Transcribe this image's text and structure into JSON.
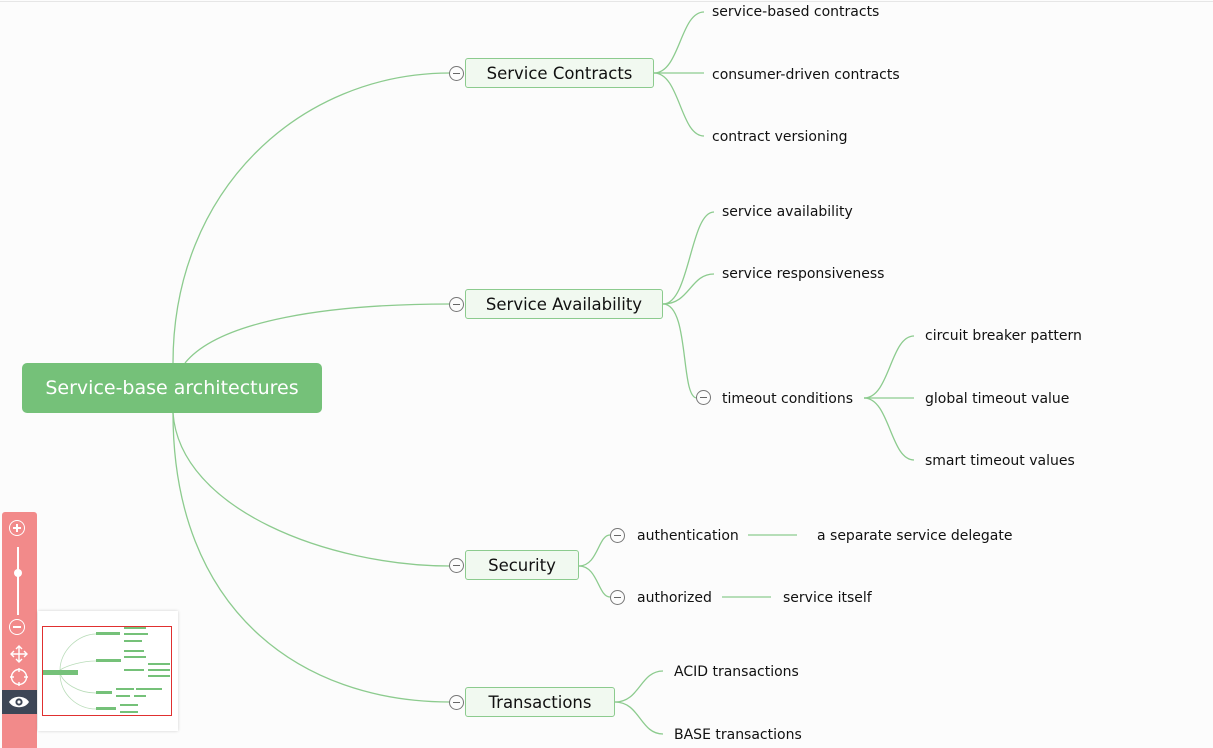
{
  "root": {
    "label": "Service-base architectures"
  },
  "branches": [
    {
      "label": "Service Contracts",
      "children": [
        {
          "label": "service-based contracts"
        },
        {
          "label": "consumer-driven contracts"
        },
        {
          "label": "contract versioning"
        }
      ]
    },
    {
      "label": "Service Availability",
      "children": [
        {
          "label": "service availability"
        },
        {
          "label": "service responsiveness"
        },
        {
          "label": "timeout conditions",
          "children": [
            {
              "label": "circuit breaker pattern"
            },
            {
              "label": "global timeout value"
            },
            {
              "label": "smart timeout values"
            }
          ]
        }
      ]
    },
    {
      "label": "Security",
      "children": [
        {
          "label": "authentication",
          "children": [
            {
              "label": "a separate service delegate"
            }
          ]
        },
        {
          "label": "authorized",
          "children": [
            {
              "label": "service itself"
            }
          ]
        }
      ]
    },
    {
      "label": "Transactions",
      "children": [
        {
          "label": "ACID transactions"
        },
        {
          "label": "BASE transactions"
        }
      ]
    }
  ],
  "toolbar": {
    "zoom_in_icon": "plus-circle-icon",
    "zoom_out_icon": "minus-circle-icon",
    "pan_icon": "move-arrows-icon",
    "fit_icon": "crosshair-circle-icon",
    "preview_icon": "eye-icon"
  },
  "colors": {
    "root_fill": "#75c179",
    "branch_fill": "#f1f9f0",
    "branch_border": "#8ccb8e",
    "connector": "#8ccb8e",
    "toolbar": "#f28a8a",
    "minimap_viewport": "#e03030"
  }
}
